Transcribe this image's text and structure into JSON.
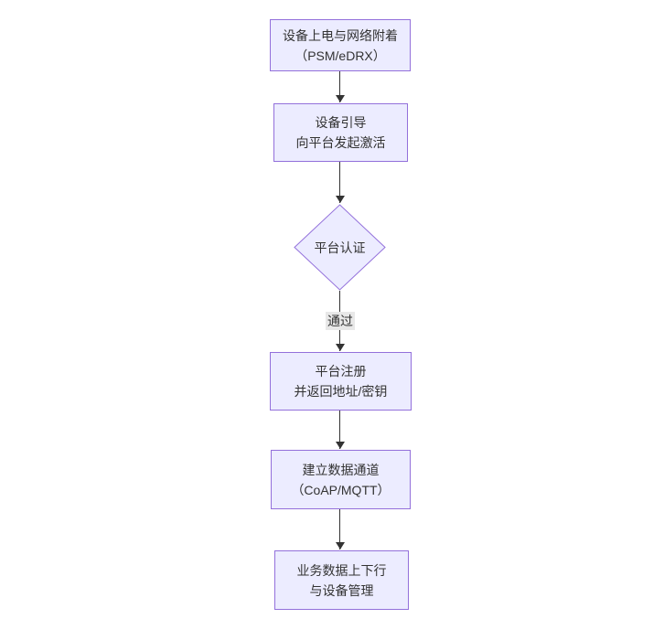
{
  "diagram": {
    "type": "flowchart",
    "direction": "top-down",
    "nodes": [
      {
        "id": "n1",
        "shape": "rect",
        "lines": [
          "设备上电与网络附着",
          "（PSM/eDRX）"
        ]
      },
      {
        "id": "n2",
        "shape": "rect",
        "lines": [
          "设备引导",
          "向平台发起激活"
        ]
      },
      {
        "id": "n3",
        "shape": "diamond",
        "lines": [
          "平台认证"
        ]
      },
      {
        "id": "n4",
        "shape": "rect",
        "lines": [
          "平台注册",
          "并返回地址/密钥"
        ]
      },
      {
        "id": "n5",
        "shape": "rect",
        "lines": [
          "建立数据通道",
          "（CoAP/MQTT）"
        ]
      },
      {
        "id": "n6",
        "shape": "rect",
        "lines": [
          "业务数据上下行",
          "与设备管理"
        ]
      }
    ],
    "edges": [
      {
        "from": "n1",
        "to": "n2",
        "label": ""
      },
      {
        "from": "n2",
        "to": "n3",
        "label": ""
      },
      {
        "from": "n3",
        "to": "n4",
        "label": "通过"
      },
      {
        "from": "n4",
        "to": "n5",
        "label": ""
      },
      {
        "from": "n5",
        "to": "n6",
        "label": ""
      }
    ],
    "colors": {
      "node_fill": "#ECECFF",
      "node_border": "#9370DB",
      "arrow": "#333333",
      "edge_label_bg": "#E8E8E8",
      "text": "#333333",
      "background": "#FFFFFF"
    }
  }
}
